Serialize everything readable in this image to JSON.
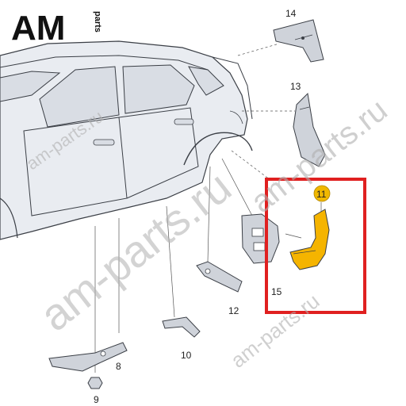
{
  "logo": {
    "main": "AM",
    "side": "parts"
  },
  "watermarks": [
    "am-parts.ru",
    "am-parts.ru",
    "am-parts.ru",
    "am-parts.ru"
  ],
  "parts": [
    {
      "id": "14",
      "label": "14"
    },
    {
      "id": "13",
      "label": "13"
    },
    {
      "id": "11",
      "label": "11",
      "highlighted": true
    },
    {
      "id": "15",
      "label": "15"
    },
    {
      "id": "12",
      "label": "12"
    },
    {
      "id": "10",
      "label": "10"
    },
    {
      "id": "8",
      "label": "8"
    },
    {
      "id": "9",
      "label": "9"
    }
  ],
  "colors": {
    "highlight_frame": "#e02020",
    "highlight_badge": "#f0b800",
    "part_fill_highlight": "#f5b400",
    "car_fill": "#e9ecf1",
    "part_fill": "#cfd3da",
    "line": "#3b3f46"
  }
}
